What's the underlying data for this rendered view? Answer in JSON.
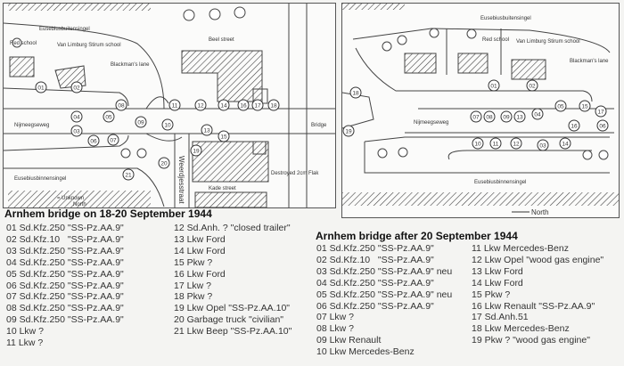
{
  "map1": {
    "labels": {
      "outer_ring": "Eusebiusbuitensingel",
      "red_school": "Red school",
      "vl_school": "Van Limburg Stirum school",
      "lane": "Blackman's lane",
      "beel_street": "Beel street",
      "nijmeegseweg": "Nijmeegseweg",
      "bridge": "Bridge",
      "inner_ring": "Eusebiusbinnensingel",
      "weerdjes": "Weerdjesstraat",
      "kade": "Kade street",
      "flak": "Destroyed 2cm Flak",
      "north": "North",
      "unknown": "= Unknown"
    },
    "markers": [
      "01",
      "02",
      "08",
      "05",
      "04",
      "09",
      "03",
      "07",
      "06",
      "11",
      "12",
      "14",
      "16",
      "17",
      "18",
      "10",
      "13",
      "15",
      "19",
      "20",
      "21"
    ]
  },
  "map2": {
    "labels": {
      "outer_ring": "Eusebiusbuitensingel",
      "red_school": "Red school",
      "vl_school": "Van Limburg Stirum school",
      "lane": "Blackman's lane",
      "nijmeegseweg": "Nijmeegseweg",
      "inner_ring": "Eusebiusbinnensingel",
      "north": "North"
    },
    "markers": [
      "01",
      "02",
      "18",
      "19",
      "07",
      "08",
      "09",
      "13",
      "04",
      "05",
      "15",
      "17",
      "06",
      "16",
      "10",
      "11",
      "12",
      "03",
      "14"
    ]
  },
  "legend1": {
    "title": "Arnhem bridge on 18-20 September 1944",
    "col1": [
      "01 Sd.Kfz.250 \"SS-Pz.AA.9\"",
      "02 Sd.Kfz.10   \"SS-Pz.AA.9\"",
      "03 Sd.Kfz.250 \"SS-Pz.AA.9\"",
      "04 Sd.Kfz.250 \"SS-Pz.AA.9\"",
      "05 Sd.Kfz.250 \"SS-Pz.AA.9\"",
      "06 Sd.Kfz.250 \"SS-Pz.AA.9\"",
      "07 Sd.Kfz.250 \"SS-Pz.AA.9\"",
      "08 Sd.Kfz.250 \"SS-Pz.AA.9\"",
      "09 Sd.Kfz.250 \"SS-Pz.AA.9\"",
      "10 Lkw ?",
      "11 Lkw ?"
    ],
    "col2": [
      "12 Sd.Anh. ? \"closed trailer\"",
      "13 Lkw Ford",
      "14 Lkw Ford",
      "15 Pkw ?",
      "16 Lkw Ford",
      "17 Lkw ?",
      "18 Pkw ?",
      "19 Lkw Opel \"SS-Pz.AA.10\"",
      "20 Garbage truck \"civilian\"",
      "21 Lkw Beep \"SS-Pz.AA.10\""
    ]
  },
  "legend2": {
    "title": "Arnhem bridge after 20 September 1944",
    "col1": [
      "01 Sd.Kfz.250 \"SS-Pz.AA.9\"",
      "02 Sd.Kfz.10   \"SS-Pz.AA.9\"",
      "03 Sd.Kfz.250 \"SS-Pz.AA.9\" neu",
      "04 Sd.Kfz.250 \"SS-Pz.AA.9\"",
      "05 Sd.Kfz.250 \"SS-Pz.AA.9\" neu",
      "06 Sd.Kfz.250 \"SS-Pz.AA.9\"",
      "07 Lkw ?",
      "08 Lkw ?",
      "09 Lkw Renault",
      "10 Lkw Mercedes-Benz"
    ],
    "col2": [
      "11 Lkw Mercedes-Benz",
      "12 Lkw Opel \"wood gas engine\"",
      "13 Lkw Ford",
      "14 Lkw Ford",
      "15 Pkw ?",
      "16 Lkw Renault \"SS-Pz.AA.9\"",
      "17 Sd.Anh.51",
      "18 Lkw Mercedes-Benz",
      "19 Pkw ? \"wood gas engine\""
    ]
  }
}
